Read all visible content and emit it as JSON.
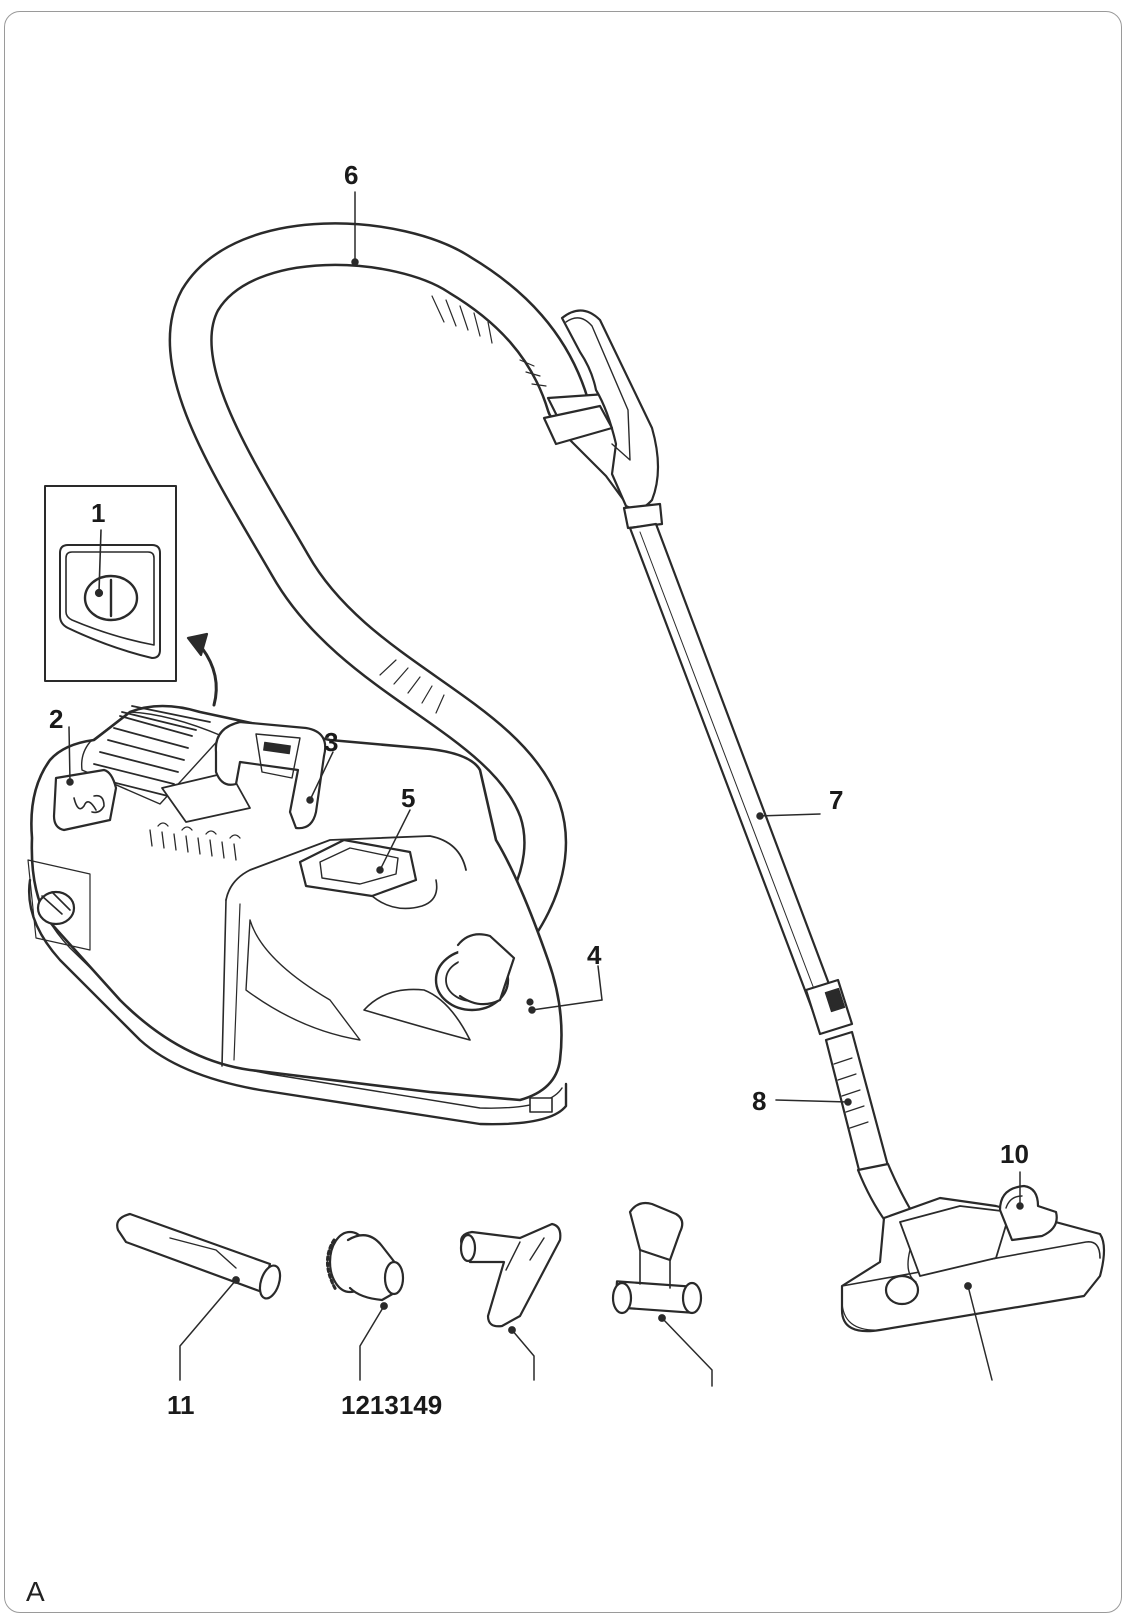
{
  "labels": {
    "l1": "1",
    "l2": "2",
    "l3": "3",
    "l4": "4",
    "l5": "5",
    "l6": "6",
    "l7": "7",
    "l8": "8",
    "l10": "10",
    "l11": "11",
    "l12": "1213149"
  },
  "figure_label": "A",
  "colors": {
    "line": "#2a2a2a",
    "fill": "#ffffff",
    "shade": "#cfcfcf",
    "frame": "#9a9a9a"
  }
}
